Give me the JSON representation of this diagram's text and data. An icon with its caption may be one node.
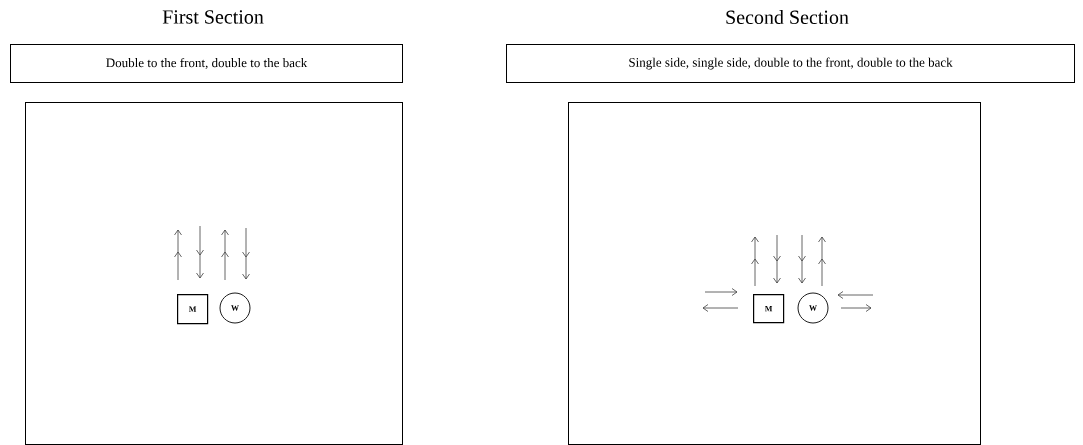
{
  "diagram": {
    "nodes": [
      {
        "text": [
          "Double to the front, double to the back"
        ]
      },
      {
        "text": [],
        "shape": "box"
      },
      {
        "text": [
          "M"
        ],
        "in": 1
      },
      {
        "text": [
          "W"
        ],
        "in": 1
      },
      {
        "text": [
          "Single side, single side, double to the front, double to the back"
        ]
      },
      {
        "text": [],
        "shape": "box"
      },
      {
        "text": [
          "M"
        ],
        "in": 5
      },
      {
        "text": [
          "W"
        ],
        "in": 5
      }
    ],
    "labels": [
      "First Section",
      "Second Section"
    ]
  }
}
